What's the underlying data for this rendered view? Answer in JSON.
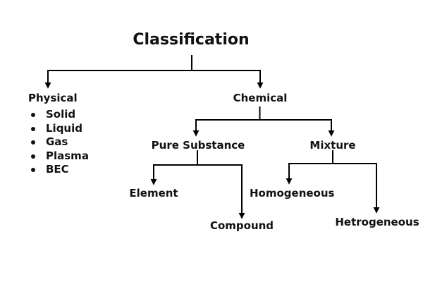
{
  "diagram": {
    "title": "Classification",
    "nodes": {
      "physical": "Physical",
      "chemical": "Chemical",
      "pure_substance": "Pure Substance",
      "mixture": "Mixture",
      "element": "Element",
      "compound": "Compound",
      "homogeneous": "Homogeneous",
      "hetrogeneous": "Hetrogeneous"
    },
    "physical_states": [
      "Solid",
      "Liquid",
      "Gas",
      "Plasma",
      "BEC"
    ],
    "colors": {
      "line": "#000000",
      "text": "#111111",
      "background": "#ffffff"
    }
  }
}
